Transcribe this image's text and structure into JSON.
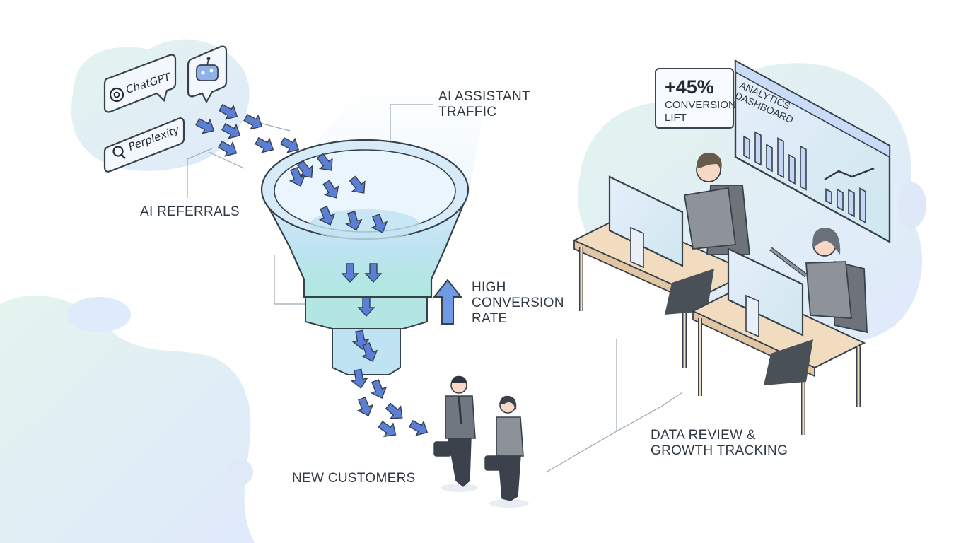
{
  "labels": {
    "ai_assistant_traffic": [
      "AI ASSISTANT",
      "TRAFFIC"
    ],
    "ai_referrals": "AI REFERRALS",
    "high_conversion_rate": [
      "HIGH",
      "CONVERSION",
      "RATE"
    ],
    "new_customers": "NEW CUSTOMERS",
    "data_review": [
      "DATA REVIEW &",
      "GROWTH TRACKING"
    ]
  },
  "sources": {
    "chatgpt": "ChatGPT",
    "perplexity": "Perplexity"
  },
  "metric_card": {
    "value": "+45%",
    "caption": [
      "CONVERSION",
      "LIFT"
    ]
  },
  "dashboard": {
    "title": [
      "ANALYTICS",
      "DASHBOARD"
    ],
    "bars": [
      0.45,
      0.7,
      0.55,
      0.85,
      0.6,
      0.95
    ],
    "trend_bars": [
      0.3,
      0.45,
      0.6,
      0.8
    ]
  },
  "colors": {
    "blob_blue": "#dce9f8",
    "blob_teal": "#dff2ec",
    "funnel_top": "#cfe6f7",
    "funnel_mid": "#b7dfee",
    "funnel_low": "#a9e5e0",
    "arrow_blue": "#5b7fd6",
    "outline": "#37414c",
    "desk_top": "#f2dcc0",
    "person_gray": "#6e737a"
  },
  "icons": [
    "chatgpt-logo-icon",
    "robot-icon",
    "search-icon",
    "up-arrow-icon",
    "briefcase-icon"
  ]
}
